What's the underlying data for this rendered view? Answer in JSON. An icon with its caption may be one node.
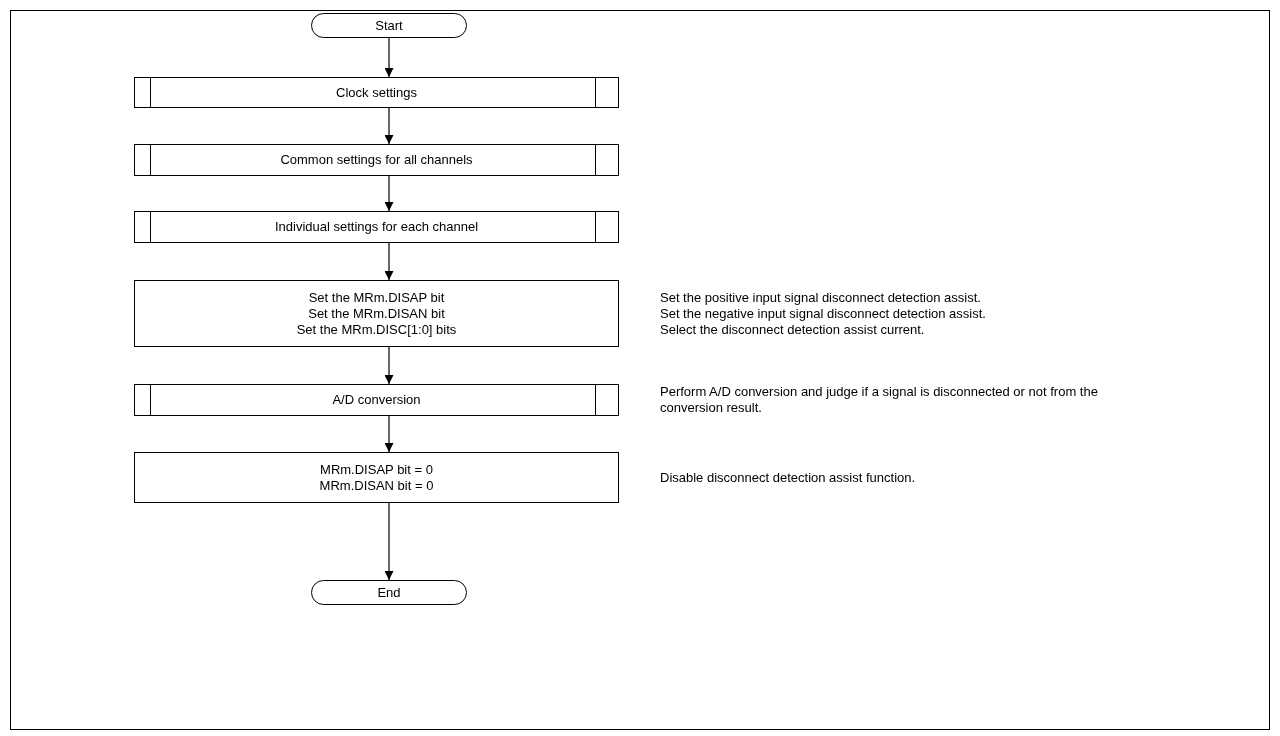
{
  "diagram": {
    "nodes": [
      {
        "text": [
          "Start"
        ]
      },
      {
        "text": [
          "Clock settings"
        ]
      },
      {
        "text": [
          "Common settings for all channels"
        ]
      },
      {
        "text": [
          "Individual settings for each channel"
        ]
      },
      {
        "text": [
          "Set the MRm.DISAP bit",
          "Set the MRm.DISAN bit",
          "Set the MRm.DISC[1:0] bits"
        ],
        "beside": [
          "Set the positive input signal disconnect detection assist.",
          "Set the negative input signal disconnect detection assist.",
          "Select the disconnect detection assist current."
        ]
      },
      {
        "text": [
          "A/D conversion"
        ],
        "beside": [
          "Perform A/D conversion and judge if a signal is disconnected or not from the conversion result."
        ]
      },
      {
        "text": [
          "MRm.DISAP bit = 0",
          "MRm.DISAN bit = 0"
        ],
        "beside": [
          "Disable disconnect detection assist function."
        ]
      },
      {
        "text": [
          "End"
        ]
      }
    ],
    "edges": [
      {
        "from": 0,
        "to": 1,
        "arrow": "to"
      },
      {
        "from": 1,
        "to": 2,
        "arrow": "to"
      },
      {
        "from": 2,
        "to": 3,
        "arrow": "to"
      },
      {
        "from": 3,
        "to": 4,
        "arrow": "to"
      },
      {
        "from": 4,
        "to": 5,
        "arrow": "to"
      },
      {
        "from": 5,
        "to": 6,
        "arrow": "to"
      },
      {
        "from": 6,
        "to": 7,
        "arrow": "to"
      }
    ]
  }
}
